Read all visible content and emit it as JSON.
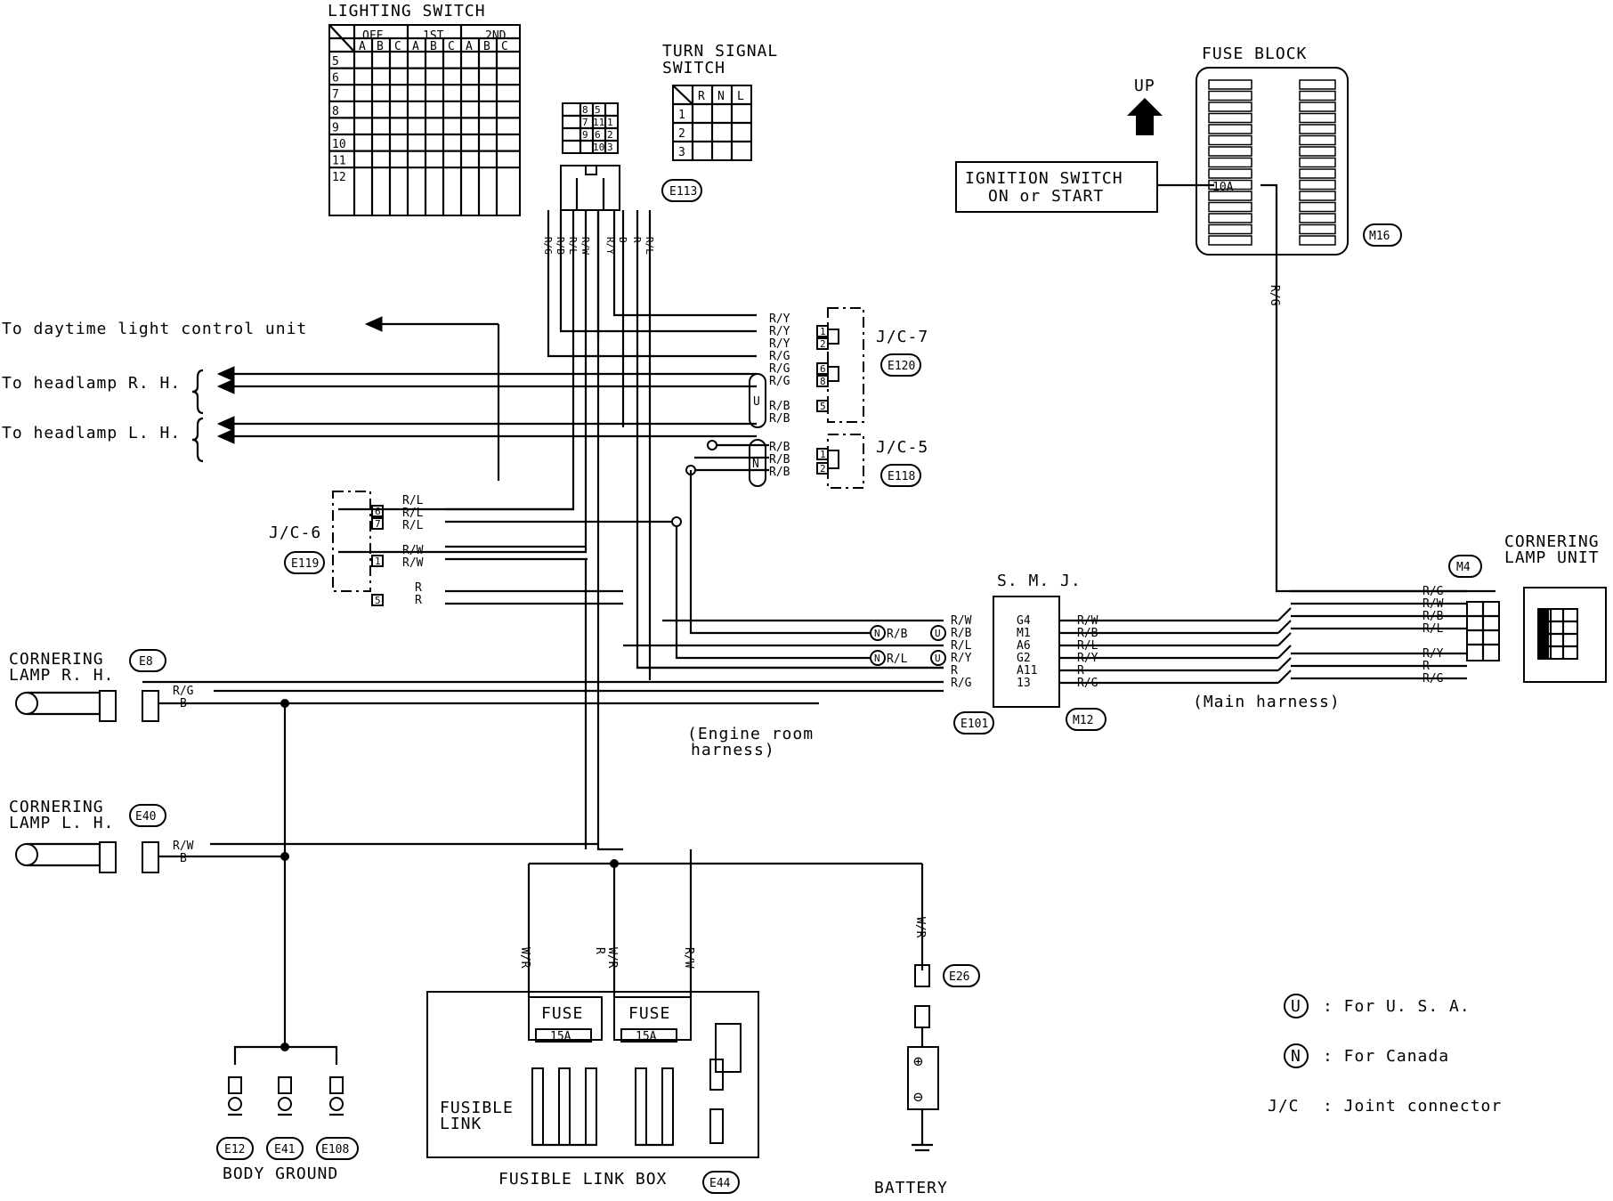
{
  "lighting_switch": {
    "title": "LIGHTING SWITCH",
    "groups": [
      "OFF",
      "1ST",
      "2ND"
    ],
    "cols": [
      "A",
      "B",
      "C",
      "A",
      "B",
      "C",
      "A",
      "B",
      "C"
    ],
    "rows": [
      "5",
      "6",
      "7",
      "8",
      "9",
      "10",
      "11",
      "12"
    ]
  },
  "turn_signal_switch": {
    "title_line1": "TURN SIGNAL",
    "title_line2": "SWITCH",
    "cols": [
      "R",
      "N",
      "L"
    ],
    "rows": [
      "1",
      "2",
      "3"
    ]
  },
  "connector_pins": [
    "8",
    "5",
    "7",
    "11",
    "1",
    "9",
    "6",
    "2",
    "10",
    "3"
  ],
  "connectors": {
    "e113": "E113",
    "m16": "M16",
    "e120": "E120",
    "e118": "E118",
    "e119": "E119",
    "m4": "M4",
    "e101": "E101",
    "m12": "M12",
    "e8": "E8",
    "e40": "E40",
    "e26": "E26",
    "e12": "E12",
    "e41": "E41",
    "e108": "E108",
    "e44": "E44"
  },
  "fuse_block": {
    "title": "FUSE BLOCK",
    "fuse": "10A"
  },
  "ignition": {
    "line1": "IGNITION SWITCH",
    "line2": "ON or START"
  },
  "up_label": "UP",
  "destinations": {
    "daytime": "To daytime light control unit",
    "head_rh": "To headlamp R. H.",
    "head_lh": "To headlamp L. H."
  },
  "joint_connectors": {
    "jc7": "J/C-7",
    "jc5": "J/C-5",
    "jc6": "J/C-6"
  },
  "switch_wires": [
    "R/G",
    "R/B",
    "R/L",
    "R/W",
    "R/Y",
    "B",
    "R",
    "R/L"
  ],
  "wires": {
    "ry": "R/Y",
    "rg": "R/G",
    "rb": "R/B",
    "rl": "R/L",
    "rw": "R/W",
    "r": "R",
    "b": "B",
    "wr": "W/R"
  },
  "markers": {
    "u": "U",
    "n": "N"
  },
  "jc_pins": {
    "p1": "1",
    "p2": "2",
    "p5": "5",
    "p6": "6",
    "p7": "7",
    "p8": "8"
  },
  "smj": {
    "title": "S. M. J.",
    "pins": [
      "G4",
      "M1",
      "A6",
      "G2",
      "A11",
      "13"
    ],
    "left_wires": [
      "R/W",
      "R/B",
      "R/L",
      "R/Y",
      "R",
      "R/G"
    ],
    "right_wires": [
      "R/W",
      "R/B",
      "R/L",
      "R/Y",
      "R",
      "R/G"
    ]
  },
  "cornering_unit": {
    "line1": "CORNERING",
    "line2": "LAMP UNIT",
    "wires": [
      "R/G",
      "R/W",
      "R/B",
      "R/L",
      "R/Y",
      "R",
      "R/G"
    ]
  },
  "main_harness": "(Main harness)",
  "engine_harness": {
    "line1": "(Engine room",
    "line2": "harness)"
  },
  "lamp_rh": {
    "line1": "CORNERING",
    "line2": "LAMP R. H.",
    "w1": "R/G",
    "w2": "B"
  },
  "lamp_lh": {
    "line1": "CORNERING",
    "line2": "LAMP L. H.",
    "w1": "R/W",
    "w2": "B"
  },
  "body_ground": "BODY GROUND",
  "fusible_link_box": {
    "title": "FUSIBLE LINK BOX",
    "fuse_label": "FUSE",
    "fuse_rating": "15A",
    "link_line1": "FUSIBLE",
    "link_line2": "LINK",
    "wires": [
      "W/R",
      "R",
      "W/R",
      "R/W"
    ]
  },
  "battery": {
    "label": "BATTERY",
    "wire": "W/R",
    "plus": "⊕",
    "minus": "⊖"
  },
  "legend": [
    {
      "symbol": "U",
      "text": ": For U. S. A."
    },
    {
      "symbol": "N",
      "text": ": For Canada"
    },
    {
      "symbol": "J/C",
      "text": ": Joint connector"
    }
  ]
}
